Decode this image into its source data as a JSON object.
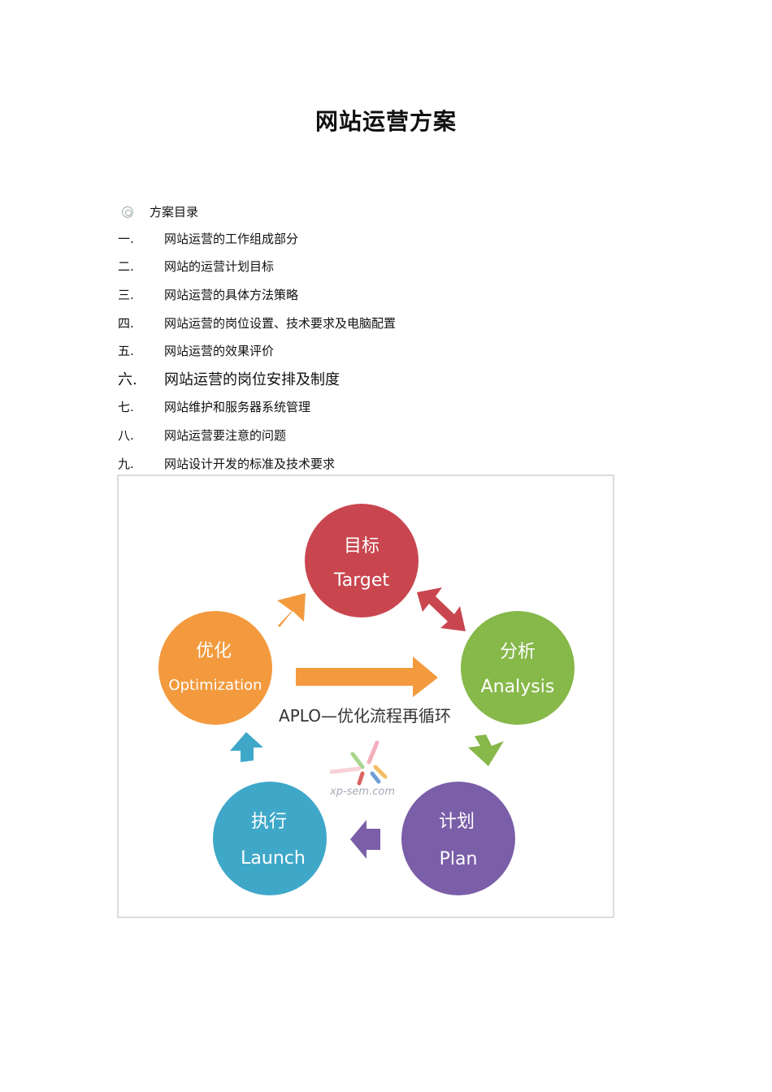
{
  "document": {
    "title": "网站运营方案",
    "toc_heading": "方案目录",
    "toc_items": [
      {
        "num": "一.",
        "text": "网站运营的工作组成部分"
      },
      {
        "num": "二.",
        "text": "网站的运营计划目标"
      },
      {
        "num": "三.",
        "text": "网站运营的具体方法策略"
      },
      {
        "num": "四.",
        "text": "网站运营的岗位设置、技术要求及电脑配置"
      },
      {
        "num": "五.",
        "text": "网站运营的效果评价"
      },
      {
        "num": "六.",
        "text": "网站运营的岗位安排及制度"
      },
      {
        "num": "七.",
        "text": "网站维护和服务器系统管理"
      },
      {
        "num": "八.",
        "text": "网站运营要注意的问题"
      },
      {
        "num": "九.",
        "text": "网站设计开发的标准及技术要求"
      }
    ]
  },
  "diagram": {
    "caption": "APLO—优化流程再循环",
    "watermark": "xp-sem.com",
    "nodes": [
      {
        "zh": "目标",
        "en": "Target",
        "color": "#c9464f"
      },
      {
        "zh": "分析",
        "en": "Analysis",
        "color": "#86b84a"
      },
      {
        "zh": "计划",
        "en": "Plan",
        "color": "#7a5ea8"
      },
      {
        "zh": "执行",
        "en": "Launch",
        "color": "#3fa8c9"
      },
      {
        "zh": "优化",
        "en": "Optimization",
        "color": "#f39a3e"
      }
    ]
  }
}
